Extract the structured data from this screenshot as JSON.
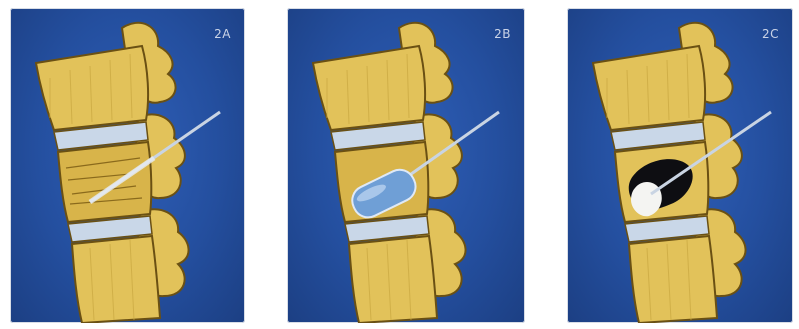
{
  "panels": [
    {
      "label": "2A",
      "step": "needle"
    },
    {
      "label": "2B",
      "step": "balloon"
    },
    {
      "label": "2C",
      "step": "cement"
    }
  ],
  "colors": {
    "background": "#244f9f",
    "bone": "#e2c25a",
    "bone_shadow": "#b78f2c",
    "disc": "#c9d7e8",
    "needle": "#c9d4e3",
    "balloon": "#6f9fd6",
    "cement_dark": "#0e0e12",
    "cement_light": "#f4f4f2"
  }
}
